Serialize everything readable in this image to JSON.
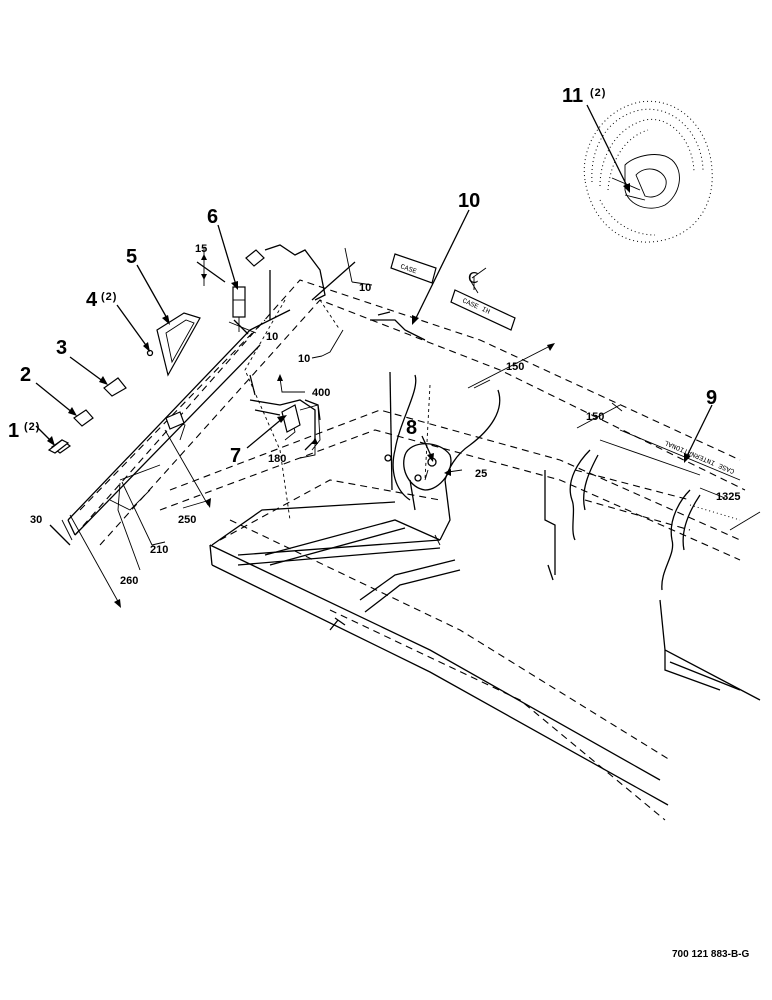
{
  "callouts": {
    "c1": {
      "number": "1",
      "qty": "(2)"
    },
    "c2": {
      "number": "2"
    },
    "c3": {
      "number": "3"
    },
    "c4": {
      "number": "4",
      "qty": "(2)"
    },
    "c5": {
      "number": "5"
    },
    "c6": {
      "number": "6"
    },
    "c7": {
      "number": "7"
    },
    "c8": {
      "number": "8"
    },
    "c9": {
      "number": "9"
    },
    "c10": {
      "number": "10"
    },
    "c11": {
      "number": "11",
      "qty": "(2)"
    }
  },
  "dimensions": {
    "d15": "15",
    "d10_top": "10",
    "d10_mid": "10",
    "d10_left": "10",
    "d400": "400",
    "d180": "180",
    "d25": "25",
    "d150_upper": "150",
    "d150_lower": "150",
    "d1325": "1325",
    "d250": "250",
    "d210": "210",
    "d260": "260",
    "d30": "30"
  },
  "centerline_symbol": "C",
  "decal_text": {
    "frame_decal_line1": "CASE INTERNATIONAL",
    "strip_left": "CASE",
    "strip_right": "CASE IH"
  },
  "reference_number": "700 121 883-B-G"
}
